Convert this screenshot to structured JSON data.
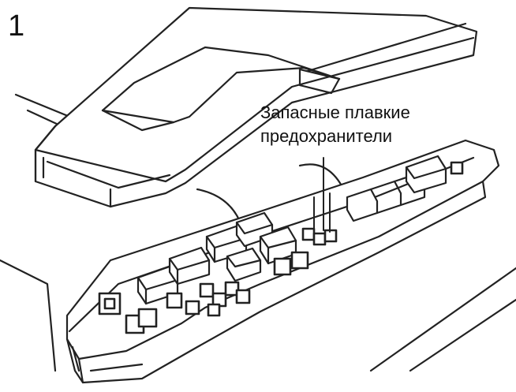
{
  "figure": {
    "step_number": "1",
    "callout": {
      "line1": "Запасные плавкие",
      "line2": "предохранители"
    }
  }
}
